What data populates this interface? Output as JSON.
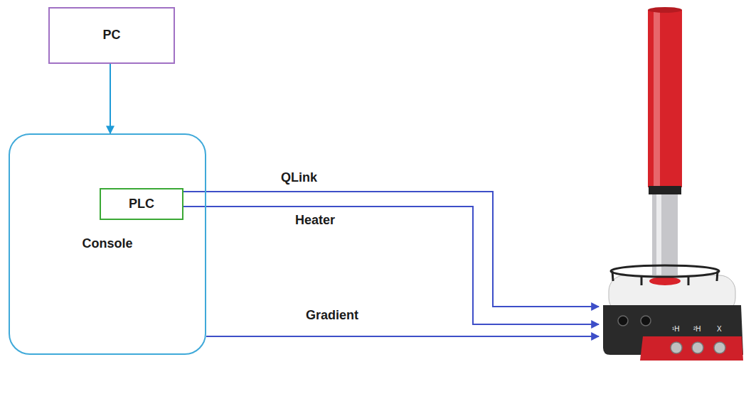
{
  "diagram": {
    "nodes": [
      {
        "text": [
          "PC"
        ]
      },
      {
        "text": [
          "Console"
        ]
      },
      {
        "text": [
          "PLC"
        ],
        "in": 1
      },
      {
        "text": [
          "¹H",
          "²H",
          "X"
        ]
      }
    ],
    "edges": [
      {
        "from": 0,
        "to": 1,
        "arrow": "to"
      },
      {
        "from": 2,
        "to": 3,
        "label": "QLink",
        "arrow": "to"
      },
      {
        "from": 2,
        "to": 3,
        "label": "Heater",
        "arrow": "to"
      },
      {
        "from": 1,
        "to": 3,
        "label": "Gradient",
        "arrow": "to"
      }
    ]
  }
}
